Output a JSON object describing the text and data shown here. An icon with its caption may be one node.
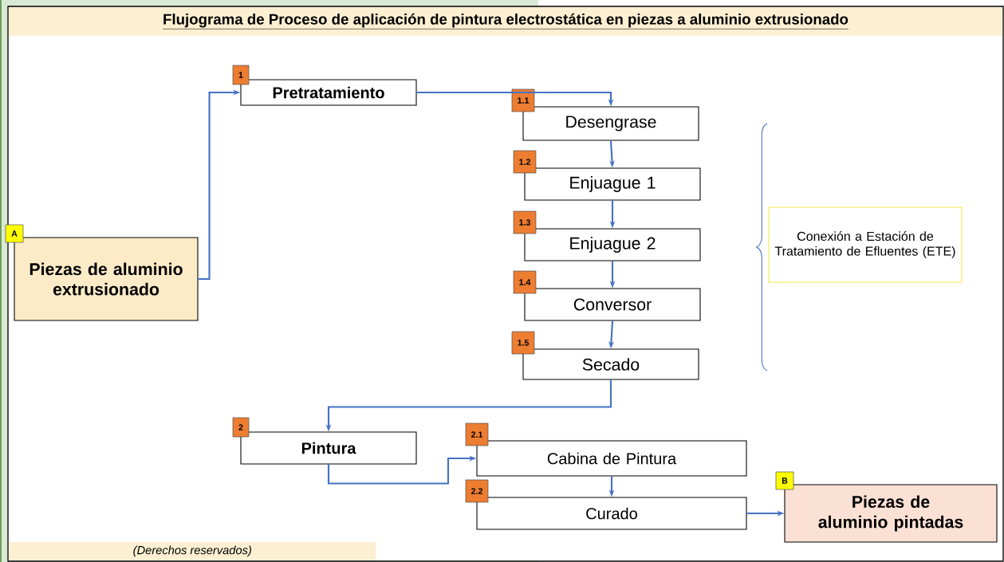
{
  "diagram": {
    "title": "Flujograma de Proceso de aplicación de pintura electrostática en piezas a aluminio extrusionado",
    "nodes": [
      {
        "text": [
          "A",
          "Piezas de aluminio extrusionado"
        ]
      },
      {
        "text": [
          "1",
          "Pretratamiento"
        ]
      },
      {
        "text": [
          "1.1",
          "Desengrase"
        ]
      },
      {
        "text": [
          "1.2",
          "Enjuague 1"
        ]
      },
      {
        "text": [
          "1.3",
          "Enjuague 2"
        ]
      },
      {
        "text": [
          "1.4",
          "Conversor"
        ]
      },
      {
        "text": [
          "1.5",
          "Secado"
        ]
      },
      {
        "text": [
          "Conexión a Estación de Tratamiento de Efluentes (ETE)"
        ]
      },
      {
        "text": [
          "2",
          "Pintura"
        ]
      },
      {
        "text": [
          "2.1",
          "Cabina de Pintura"
        ]
      },
      {
        "text": [
          "2.2",
          "Curado"
        ]
      },
      {
        "text": [
          "B",
          "Piezas de aluminio pintadas"
        ]
      }
    ],
    "edges": [
      {
        "from": 0,
        "to": 1,
        "arrow": "to"
      },
      {
        "from": 1,
        "to": 2,
        "arrow": "to"
      },
      {
        "from": 2,
        "to": 3,
        "arrow": "to"
      },
      {
        "from": 3,
        "to": 4,
        "arrow": "to"
      },
      {
        "from": 4,
        "to": 5,
        "arrow": "to"
      },
      {
        "from": 5,
        "to": 6,
        "arrow": "to"
      },
      {
        "from": 6,
        "to": 8,
        "arrow": "to"
      },
      {
        "from": 8,
        "to": 9,
        "arrow": "to"
      },
      {
        "from": 9,
        "to": 10,
        "arrow": "to"
      },
      {
        "from": 10,
        "to": 11,
        "arrow": "to"
      }
    ],
    "labels": [
      "(Derechos reservados)"
    ]
  }
}
